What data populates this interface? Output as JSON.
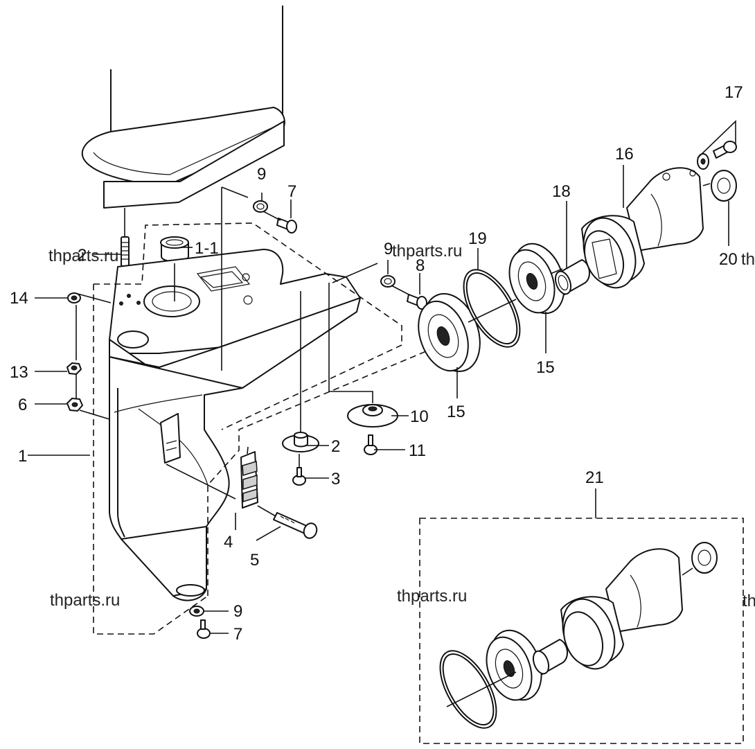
{
  "callouts": [
    {
      "id": "c1",
      "text": "1"
    },
    {
      "id": "c2a",
      "text": "2"
    },
    {
      "id": "c2b",
      "text": "2"
    },
    {
      "id": "c1-1",
      "text": "1-1"
    },
    {
      "id": "c3",
      "text": "3"
    },
    {
      "id": "c4",
      "text": "4"
    },
    {
      "id": "c5",
      "text": "5"
    },
    {
      "id": "c6",
      "text": "6"
    },
    {
      "id": "c7a",
      "text": "7"
    },
    {
      "id": "c7b",
      "text": "7"
    },
    {
      "id": "c8",
      "text": "8"
    },
    {
      "id": "c9a",
      "text": "9"
    },
    {
      "id": "c9b",
      "text": "9"
    },
    {
      "id": "c9c",
      "text": "9"
    },
    {
      "id": "c10",
      "text": "10"
    },
    {
      "id": "c11",
      "text": "11"
    },
    {
      "id": "c13",
      "text": "13"
    },
    {
      "id": "c14",
      "text": "14"
    },
    {
      "id": "c15a",
      "text": "15"
    },
    {
      "id": "c15b",
      "text": "15"
    },
    {
      "id": "c16",
      "text": "16"
    },
    {
      "id": "c17",
      "text": "17"
    },
    {
      "id": "c18",
      "text": "18"
    },
    {
      "id": "c19",
      "text": "19"
    },
    {
      "id": "c20",
      "text": "20"
    },
    {
      "id": "c21",
      "text": "21"
    }
  ],
  "watermark": "thparts.ru",
  "watermark_fragment": "th"
}
